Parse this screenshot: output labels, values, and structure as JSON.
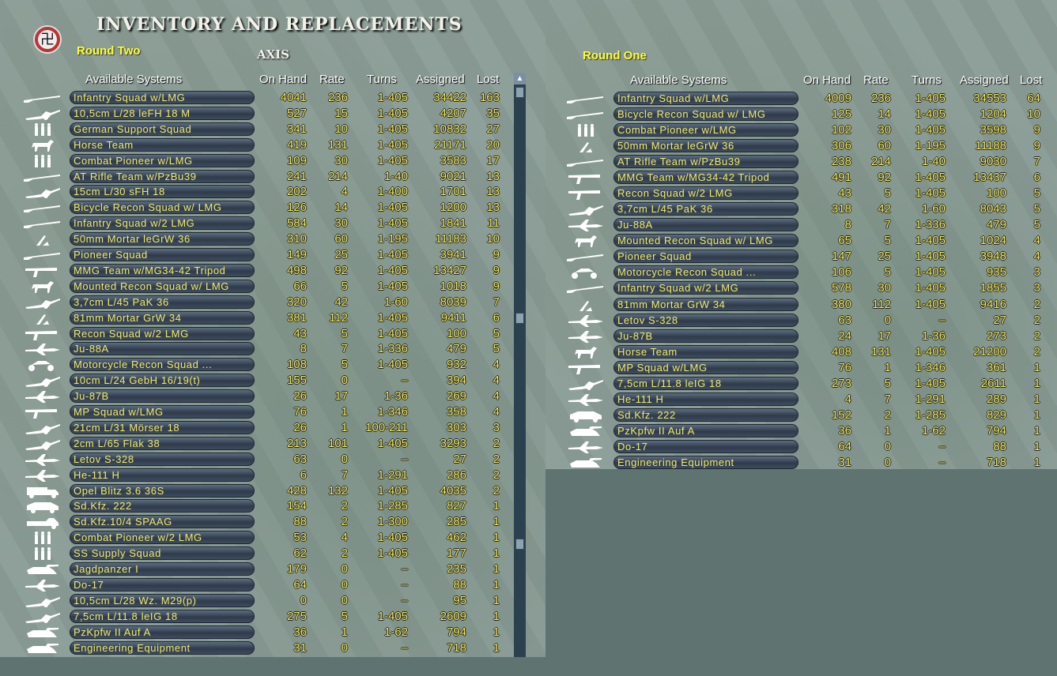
{
  "title": "INVENTORY AND REPLACEMENTS",
  "colors": {
    "text_yellow": "#f4ec5c",
    "round_yellow": "#ffff33",
    "pill": "#2f3b4b"
  },
  "left": {
    "round": "Round Two",
    "side": "AXIS",
    "headers": {
      "systems": "Available Systems",
      "on_hand": "On Hand",
      "rate": "Rate",
      "turns": "Turns",
      "assigned": "Assigned",
      "lost": "Lost"
    },
    "rows": [
      {
        "icon": "rifle-icon",
        "name": "Infantry Squad w/LMG",
        "on_hand": "4041",
        "rate": "236",
        "turns": "1-405",
        "assigned": "34422",
        "lost": "163"
      },
      {
        "icon": "artillery-icon",
        "name": "10,5cm L/28 leFH 18 M",
        "on_hand": "527",
        "rate": "15",
        "turns": "1-405",
        "assigned": "4207",
        "lost": "35"
      },
      {
        "icon": "soldiers-icon",
        "name": "German Support Squad",
        "on_hand": "341",
        "rate": "10",
        "turns": "1-405",
        "assigned": "10832",
        "lost": "27"
      },
      {
        "icon": "horse-icon",
        "name": "Horse Team",
        "on_hand": "419",
        "rate": "131",
        "turns": "1-405",
        "assigned": "21171",
        "lost": "20"
      },
      {
        "icon": "soldiers-icon",
        "name": "Combat Pioneer w/LMG",
        "on_hand": "109",
        "rate": "30",
        "turns": "1-405",
        "assigned": "3583",
        "lost": "17"
      },
      {
        "icon": "rifle-icon",
        "name": "AT Rifle Team w/PzBu39",
        "on_hand": "241",
        "rate": "214",
        "turns": "1-40",
        "assigned": "9021",
        "lost": "13"
      },
      {
        "icon": "artillery-icon",
        "name": "15cm L/30 sFH 18",
        "on_hand": "202",
        "rate": "4",
        "turns": "1-400",
        "assigned": "1701",
        "lost": "13"
      },
      {
        "icon": "rifle-icon",
        "name": "Bicycle Recon Squad w/ LMG",
        "on_hand": "126",
        "rate": "14",
        "turns": "1-405",
        "assigned": "1200",
        "lost": "13"
      },
      {
        "icon": "rifle-icon",
        "name": "Infantry Squad w/2 LMG",
        "on_hand": "584",
        "rate": "30",
        "turns": "1-405",
        "assigned": "1841",
        "lost": "11"
      },
      {
        "icon": "mortar-icon",
        "name": "50mm Mortar leGrW 36",
        "on_hand": "310",
        "rate": "60",
        "turns": "1-195",
        "assigned": "11183",
        "lost": "10"
      },
      {
        "icon": "rifle-icon",
        "name": "Pioneer Squad",
        "on_hand": "149",
        "rate": "25",
        "turns": "1-405",
        "assigned": "3941",
        "lost": "9"
      },
      {
        "icon": "machinegun-icon",
        "name": "MMG Team w/MG34-42 Tripod",
        "on_hand": "498",
        "rate": "92",
        "turns": "1-405",
        "assigned": "13427",
        "lost": "9"
      },
      {
        "icon": "horse-icon",
        "name": "Mounted Recon Squad w/ LMG",
        "on_hand": "66",
        "rate": "5",
        "turns": "1-405",
        "assigned": "1018",
        "lost": "9"
      },
      {
        "icon": "artillery-icon",
        "name": "3,7cm L/45 PaK 36",
        "on_hand": "320",
        "rate": "42",
        "turns": "1-60",
        "assigned": "8039",
        "lost": "7"
      },
      {
        "icon": "mortar-icon",
        "name": "81mm Mortar GrW 34",
        "on_hand": "381",
        "rate": "112",
        "turns": "1-405",
        "assigned": "9411",
        "lost": "6"
      },
      {
        "icon": "machinegun-icon",
        "name": "Recon Squad w/2 LMG",
        "on_hand": "43",
        "rate": "5",
        "turns": "1-405",
        "assigned": "100",
        "lost": "5"
      },
      {
        "icon": "plane-icon",
        "name": "Ju-88A",
        "on_hand": "8",
        "rate": "7",
        "turns": "1-336",
        "assigned": "479",
        "lost": "5"
      },
      {
        "icon": "motorcycle-icon",
        "name": "Motorcycle Recon Squad ...",
        "on_hand": "108",
        "rate": "5",
        "turns": "1-405",
        "assigned": "932",
        "lost": "4"
      },
      {
        "icon": "artillery-icon",
        "name": "10cm L/24 GebH 16/19(t)",
        "on_hand": "155",
        "rate": "0",
        "turns": "–",
        "assigned": "394",
        "lost": "4"
      },
      {
        "icon": "plane-icon",
        "name": "Ju-87B",
        "on_hand": "26",
        "rate": "17",
        "turns": "1-36",
        "assigned": "269",
        "lost": "4"
      },
      {
        "icon": "machinegun-icon",
        "name": "MP Squad w/LMG",
        "on_hand": "76",
        "rate": "1",
        "turns": "1-346",
        "assigned": "358",
        "lost": "4"
      },
      {
        "icon": "artillery-icon",
        "name": "21cm L/31 Mörser 18",
        "on_hand": "26",
        "rate": "1",
        "turns": "100-211",
        "assigned": "303",
        "lost": "3"
      },
      {
        "icon": "artillery-icon",
        "name": "2cm L/65 Flak 38",
        "on_hand": "213",
        "rate": "101",
        "turns": "1-405",
        "assigned": "3293",
        "lost": "2"
      },
      {
        "icon": "plane-icon",
        "name": "Letov S-328",
        "on_hand": "63",
        "rate": "0",
        "turns": "–",
        "assigned": "27",
        "lost": "2"
      },
      {
        "icon": "plane-icon",
        "name": "He-111 H",
        "on_hand": "6",
        "rate": "7",
        "turns": "1-291",
        "assigned": "286",
        "lost": "2"
      },
      {
        "icon": "truck-icon",
        "name": "Opel Blitz 3.6 36S",
        "on_hand": "428",
        "rate": "132",
        "turns": "1-405",
        "assigned": "4035",
        "lost": "2"
      },
      {
        "icon": "armored-car-icon",
        "name": "Sd.Kfz. 222",
        "on_hand": "154",
        "rate": "2",
        "turns": "1-285",
        "assigned": "827",
        "lost": "1"
      },
      {
        "icon": "halftrack-icon",
        "name": "Sd.Kfz.10/4 SPAAG",
        "on_hand": "88",
        "rate": "2",
        "turns": "1-300",
        "assigned": "285",
        "lost": "1"
      },
      {
        "icon": "soldiers-icon",
        "name": "Combat Pioneer w/2 LMG",
        "on_hand": "53",
        "rate": "4",
        "turns": "1-405",
        "assigned": "462",
        "lost": "1"
      },
      {
        "icon": "soldiers-icon",
        "name": "SS Supply Squad",
        "on_hand": "62",
        "rate": "2",
        "turns": "1-405",
        "assigned": "177",
        "lost": "1"
      },
      {
        "icon": "tank-icon",
        "name": "Jagdpanzer I",
        "on_hand": "179",
        "rate": "0",
        "turns": "–",
        "assigned": "235",
        "lost": "1"
      },
      {
        "icon": "plane-icon",
        "name": "Do-17",
        "on_hand": "64",
        "rate": "0",
        "turns": "–",
        "assigned": "88",
        "lost": "1"
      },
      {
        "icon": "artillery-icon",
        "name": "10,5cm L/28 Wz. M29(p)",
        "on_hand": "0",
        "rate": "0",
        "turns": "–",
        "assigned": "95",
        "lost": "1"
      },
      {
        "icon": "artillery-icon",
        "name": "7,5cm L/11.8 leIG 18",
        "on_hand": "275",
        "rate": "5",
        "turns": "1-405",
        "assigned": "2609",
        "lost": "1"
      },
      {
        "icon": "tank-icon",
        "name": "PzKpfw II Auf A",
        "on_hand": "36",
        "rate": "1",
        "turns": "1-62",
        "assigned": "794",
        "lost": "1"
      },
      {
        "icon": "tank-icon",
        "name": "Engineering Equipment",
        "on_hand": "31",
        "rate": "0",
        "turns": "–",
        "assigned": "718",
        "lost": "1"
      }
    ]
  },
  "right": {
    "round": "Round One",
    "headers": {
      "systems": "Available Systems",
      "on_hand": "On Hand",
      "rate": "Rate",
      "turns": "Turns",
      "assigned": "Assigned",
      "lost": "Lost"
    },
    "rows": [
      {
        "icon": "rifle-icon",
        "name": "Infantry Squad w/LMG",
        "on_hand": "4009",
        "rate": "236",
        "turns": "1-405",
        "assigned": "34553",
        "lost": "64"
      },
      {
        "icon": "rifle-icon",
        "name": "Bicycle Recon Squad w/ LMG",
        "on_hand": "125",
        "rate": "14",
        "turns": "1-405",
        "assigned": "1204",
        "lost": "10"
      },
      {
        "icon": "soldiers-icon",
        "name": "Combat Pioneer w/LMG",
        "on_hand": "102",
        "rate": "30",
        "turns": "1-405",
        "assigned": "3598",
        "lost": "9"
      },
      {
        "icon": "mortar-icon",
        "name": "50mm Mortar leGrW 36",
        "on_hand": "306",
        "rate": "60",
        "turns": "1-195",
        "assigned": "11188",
        "lost": "9"
      },
      {
        "icon": "rifle-icon",
        "name": "AT Rifle Team w/PzBu39",
        "on_hand": "238",
        "rate": "214",
        "turns": "1-40",
        "assigned": "9030",
        "lost": "7"
      },
      {
        "icon": "machinegun-icon",
        "name": "MMG Team w/MG34-42 Tripod",
        "on_hand": "491",
        "rate": "92",
        "turns": "1-405",
        "assigned": "13437",
        "lost": "6"
      },
      {
        "icon": "machinegun-icon",
        "name": "Recon Squad w/2 LMG",
        "on_hand": "43",
        "rate": "5",
        "turns": "1-405",
        "assigned": "100",
        "lost": "5"
      },
      {
        "icon": "artillery-icon",
        "name": "3,7cm L/45 PaK 36",
        "on_hand": "318",
        "rate": "42",
        "turns": "1-60",
        "assigned": "8043",
        "lost": "5"
      },
      {
        "icon": "plane-icon",
        "name": "Ju-88A",
        "on_hand": "8",
        "rate": "7",
        "turns": "1-336",
        "assigned": "479",
        "lost": "5"
      },
      {
        "icon": "horse-icon",
        "name": "Mounted Recon Squad w/ LMG",
        "on_hand": "65",
        "rate": "5",
        "turns": "1-405",
        "assigned": "1024",
        "lost": "4"
      },
      {
        "icon": "rifle-icon",
        "name": "Pioneer Squad",
        "on_hand": "147",
        "rate": "25",
        "turns": "1-405",
        "assigned": "3948",
        "lost": "4"
      },
      {
        "icon": "motorcycle-icon",
        "name": "Motorcycle Recon Squad ...",
        "on_hand": "106",
        "rate": "5",
        "turns": "1-405",
        "assigned": "935",
        "lost": "3"
      },
      {
        "icon": "rifle-icon",
        "name": "Infantry Squad w/2 LMG",
        "on_hand": "578",
        "rate": "30",
        "turns": "1-405",
        "assigned": "1855",
        "lost": "3"
      },
      {
        "icon": "mortar-icon",
        "name": "81mm Mortar GrW 34",
        "on_hand": "380",
        "rate": "112",
        "turns": "1-405",
        "assigned": "9416",
        "lost": "2"
      },
      {
        "icon": "plane-icon",
        "name": "Letov S-328",
        "on_hand": "63",
        "rate": "0",
        "turns": "–",
        "assigned": "27",
        "lost": "2"
      },
      {
        "icon": "plane-icon",
        "name": "Ju-87B",
        "on_hand": "24",
        "rate": "17",
        "turns": "1-36",
        "assigned": "273",
        "lost": "2"
      },
      {
        "icon": "horse-icon",
        "name": "Horse Team",
        "on_hand": "408",
        "rate": "131",
        "turns": "1-405",
        "assigned": "21200",
        "lost": "2"
      },
      {
        "icon": "machinegun-icon",
        "name": "MP Squad w/LMG",
        "on_hand": "76",
        "rate": "1",
        "turns": "1-346",
        "assigned": "361",
        "lost": "1"
      },
      {
        "icon": "artillery-icon",
        "name": "7,5cm L/11.8 leIG 18",
        "on_hand": "273",
        "rate": "5",
        "turns": "1-405",
        "assigned": "2611",
        "lost": "1"
      },
      {
        "icon": "plane-icon",
        "name": "He-111 H",
        "on_hand": "4",
        "rate": "7",
        "turns": "1-291",
        "assigned": "289",
        "lost": "1"
      },
      {
        "icon": "armored-car-icon",
        "name": "Sd.Kfz. 222",
        "on_hand": "152",
        "rate": "2",
        "turns": "1-285",
        "assigned": "829",
        "lost": "1"
      },
      {
        "icon": "tank-icon",
        "name": "PzKpfw II Auf A",
        "on_hand": "36",
        "rate": "1",
        "turns": "1-62",
        "assigned": "794",
        "lost": "1"
      },
      {
        "icon": "plane-icon",
        "name": "Do-17",
        "on_hand": "64",
        "rate": "0",
        "turns": "–",
        "assigned": "88",
        "lost": "1"
      },
      {
        "icon": "tank-icon",
        "name": "Engineering Equipment",
        "on_hand": "31",
        "rate": "0",
        "turns": "–",
        "assigned": "718",
        "lost": "1"
      }
    ]
  }
}
